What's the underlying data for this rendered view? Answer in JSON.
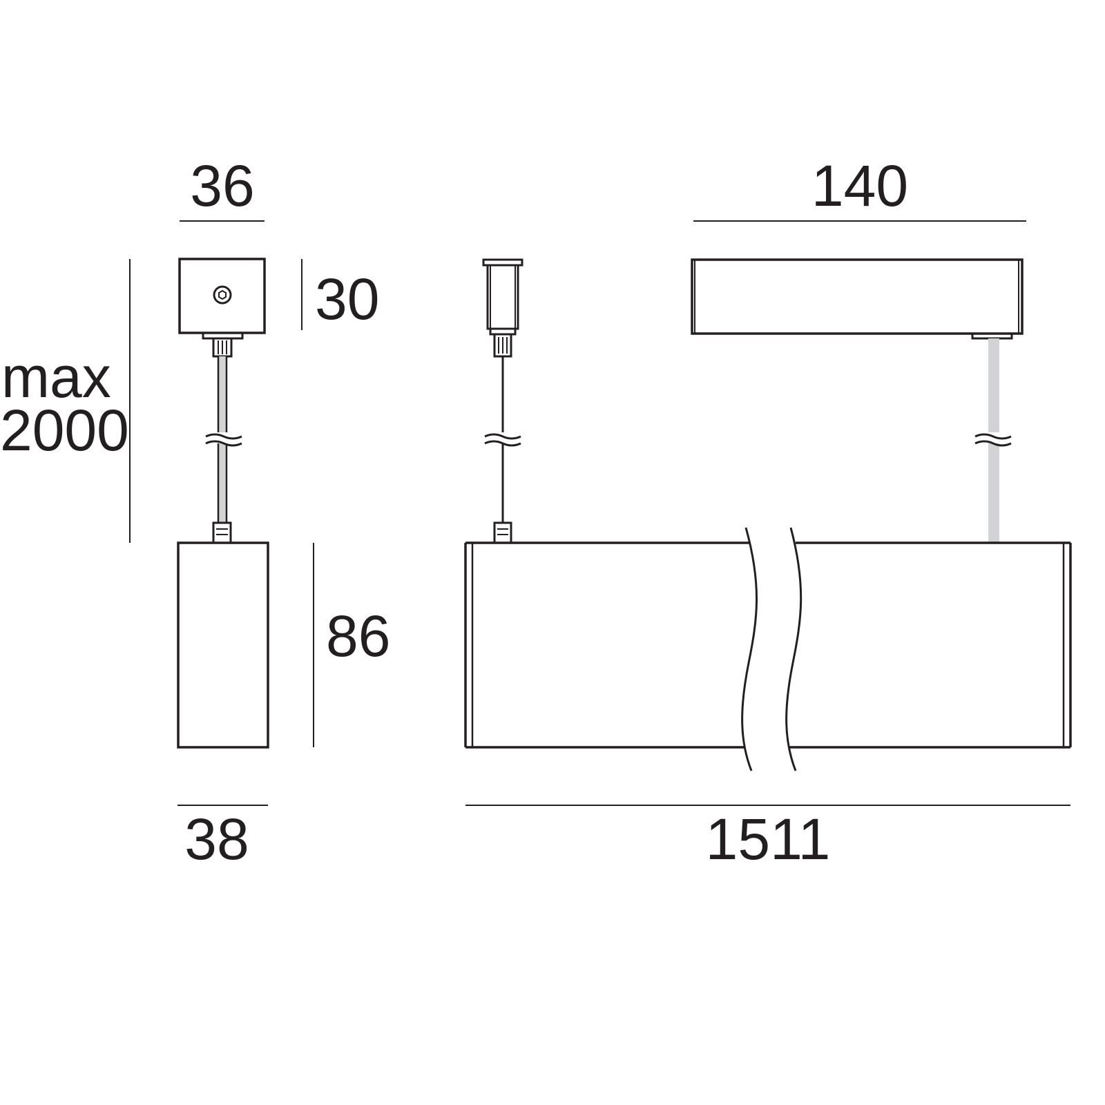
{
  "dimensions": {
    "canopy_width": "36",
    "canopy_height": "30",
    "suspension_max_label": "max",
    "suspension_max_value": "2000",
    "body_height": "86",
    "body_width": "38",
    "canopy_length": "140",
    "body_length": "1511"
  },
  "colors": {
    "line": "#231f20",
    "cable_fill": "#d1d3d4",
    "background": "#ffffff"
  }
}
